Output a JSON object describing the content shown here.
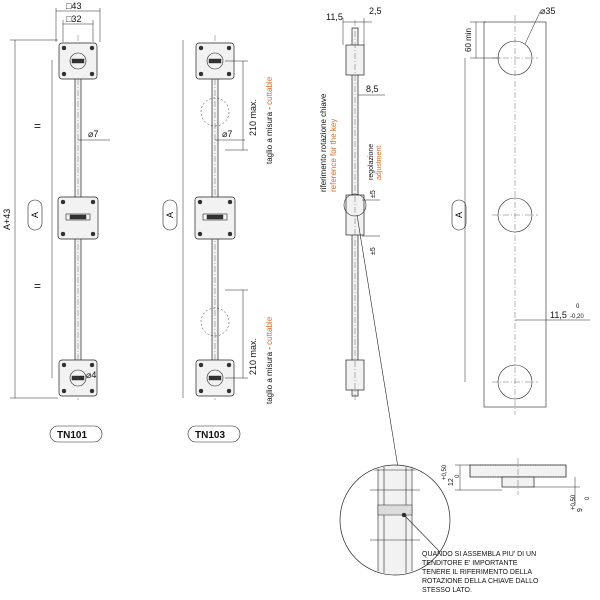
{
  "dimensions": {
    "square_43": "□43",
    "square_32": "□32",
    "dia_7_a": "⌀7",
    "dia_7_b": "⌀7",
    "dia_4": "⌀4",
    "dia_35": "⌀35",
    "a_plus_43": "A+43",
    "equal_top": "=",
    "equal_bottom": "=",
    "a_left": "A",
    "a_mid": "A",
    "a_right": "A",
    "max_210_top": "210 max.",
    "max_210_bottom": "210 max.",
    "dim_11_5_top": "11,5",
    "dim_2_5": "2,5",
    "dim_8_5": "8,5",
    "pm5_top": "±5",
    "pm5_bottom": "±5",
    "min_60": "60 min",
    "dim_11_5_side": "11,5",
    "tol_side_upper": "0",
    "tol_side_lower": "-0,20",
    "dim_12": "12",
    "tol_12": "+0,50",
    "tol_12_b": "0",
    "dim_9": "9",
    "tol_9": "+0,50",
    "tol_9_b": "0"
  },
  "labels": {
    "cut_top_it": "taglio a misura - ",
    "cut_top_en": "cuttable",
    "cut_bottom_it": "taglio a misura - ",
    "cut_bottom_en": "cuttable",
    "key_ref_it": "riferimento rotazione chiave",
    "key_ref_en": "reference for the key",
    "adjust_it": "regolazione",
    "adjust_en": "adjustment"
  },
  "models": {
    "left": "TN101",
    "right": "TN103"
  },
  "note": {
    "line1": "QUANDO SI ASSEMBLA PIU' DI UN",
    "line2": "TENDITORE E' IMPORTANTE",
    "line3": "TENERE IL RIFERIMENTO DELLA",
    "line4": "ROTAZIONE DELLA CHIAVE DALLO",
    "line5": "STESSO LATO."
  }
}
